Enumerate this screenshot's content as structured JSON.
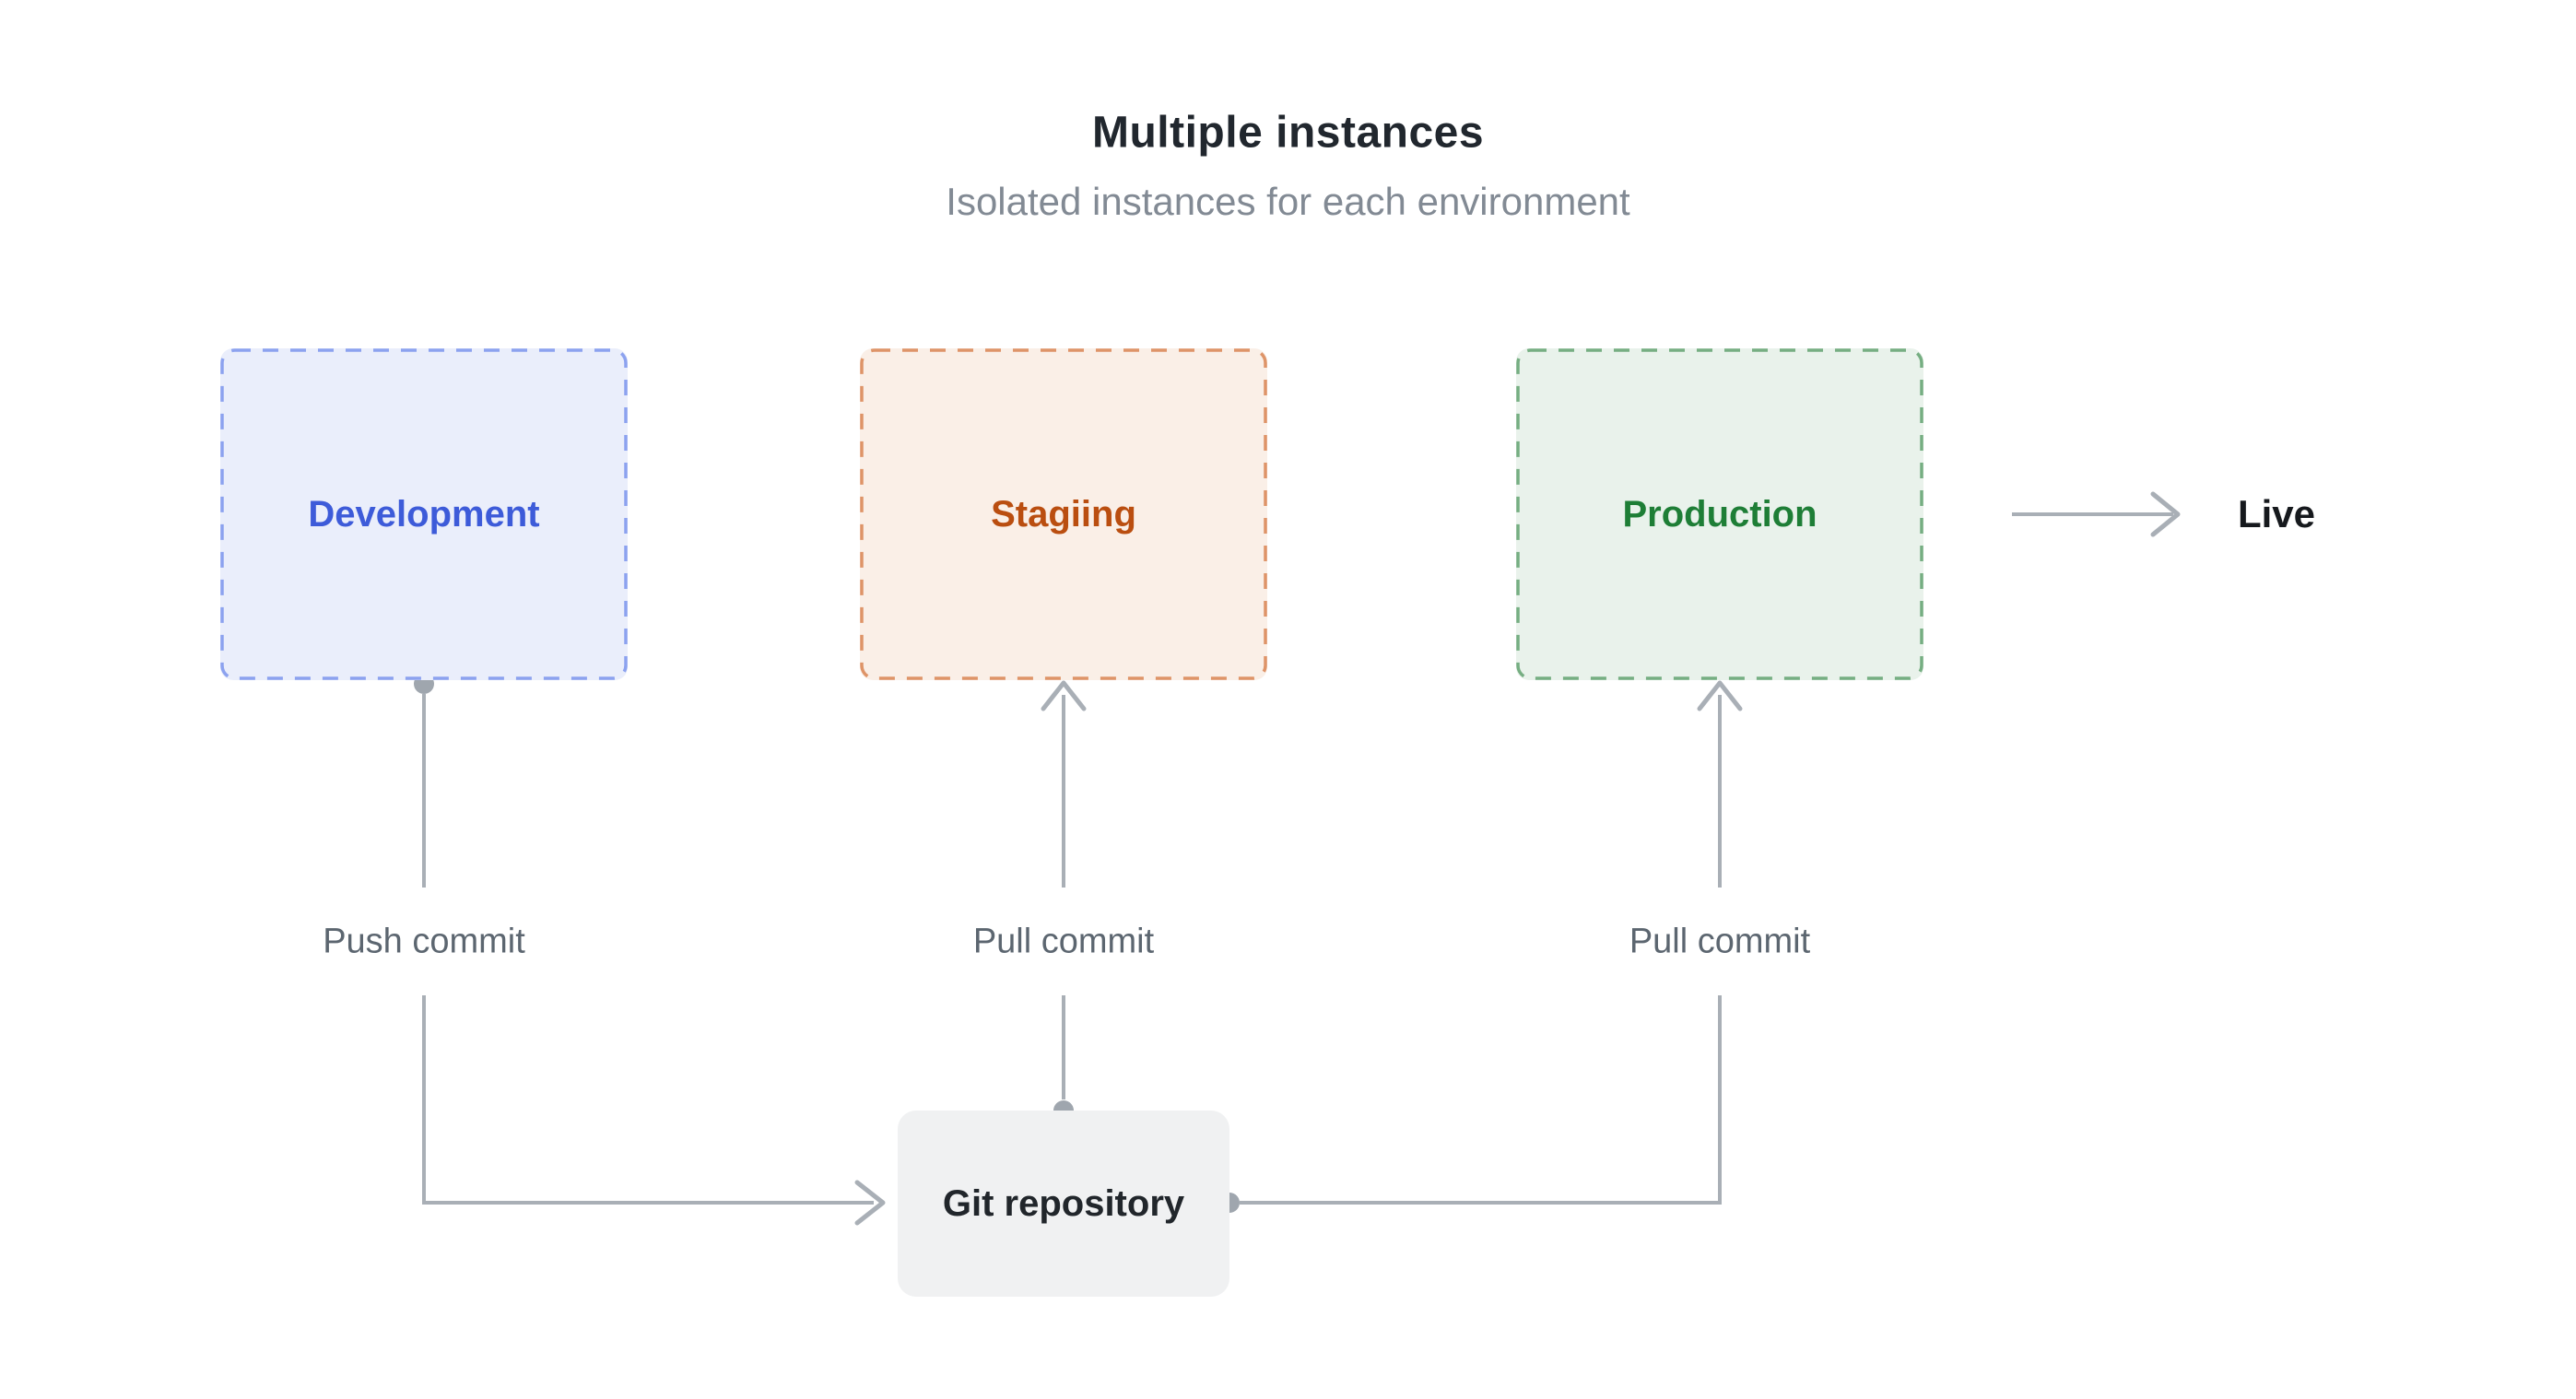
{
  "header": {
    "title": "Multiple instances",
    "subtitle": "Isolated instances for each environment"
  },
  "boxes": {
    "development": {
      "label": "Development",
      "fill": "#EAEEFB",
      "border": "#8CA2EF",
      "text_color": "#3D5BD9"
    },
    "staging": {
      "label": "Stagiing",
      "fill": "#FAEFE7",
      "border": "#DE9468",
      "text_color": "#BA4E10"
    },
    "production": {
      "label": "Production",
      "fill": "#E9F2EB",
      "border": "#76AE82",
      "text_color": "#1E7E36"
    }
  },
  "git": {
    "label": "Git repository",
    "fill": "#F0F1F2",
    "text_color": "#21262B"
  },
  "edges": {
    "push_commit": {
      "label": "Push commit"
    },
    "pull_commit_staging": {
      "label": "Pull commit"
    },
    "pull_commit_production": {
      "label": "Pull commit"
    }
  },
  "live": {
    "label": "Live"
  },
  "colors": {
    "background": "#FFFFFF",
    "title": "#21272E",
    "subtitle": "#828A94",
    "connector": "#A9AFB6",
    "dot": "#9FA6AE",
    "edge_label": "#5C6670",
    "live": "#16191D"
  }
}
